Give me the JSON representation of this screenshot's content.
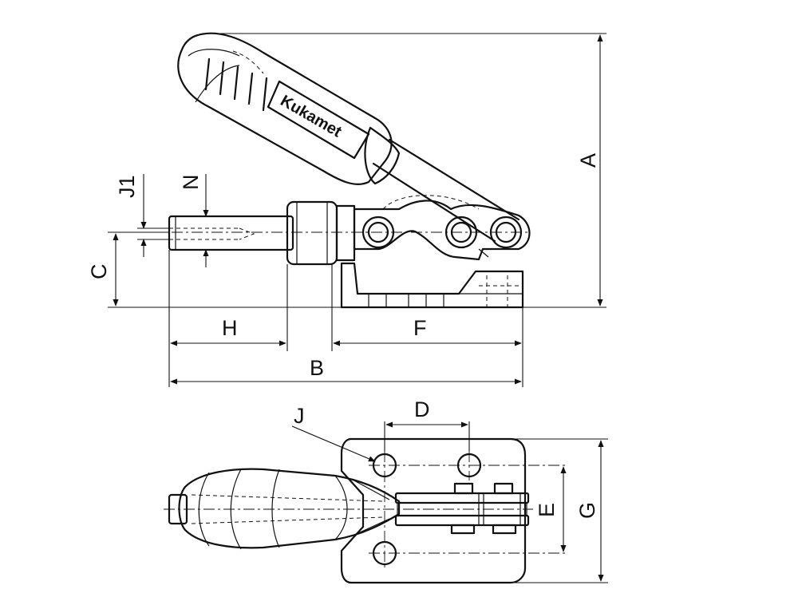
{
  "drawing": {
    "labels": {
      "A": "A",
      "B": "B",
      "C": "C",
      "D": "D",
      "E": "E",
      "F": "F",
      "G": "G",
      "H": "H",
      "J": "J",
      "J1": "J1",
      "N": "N"
    },
    "logo_text": "Kukamet"
  }
}
